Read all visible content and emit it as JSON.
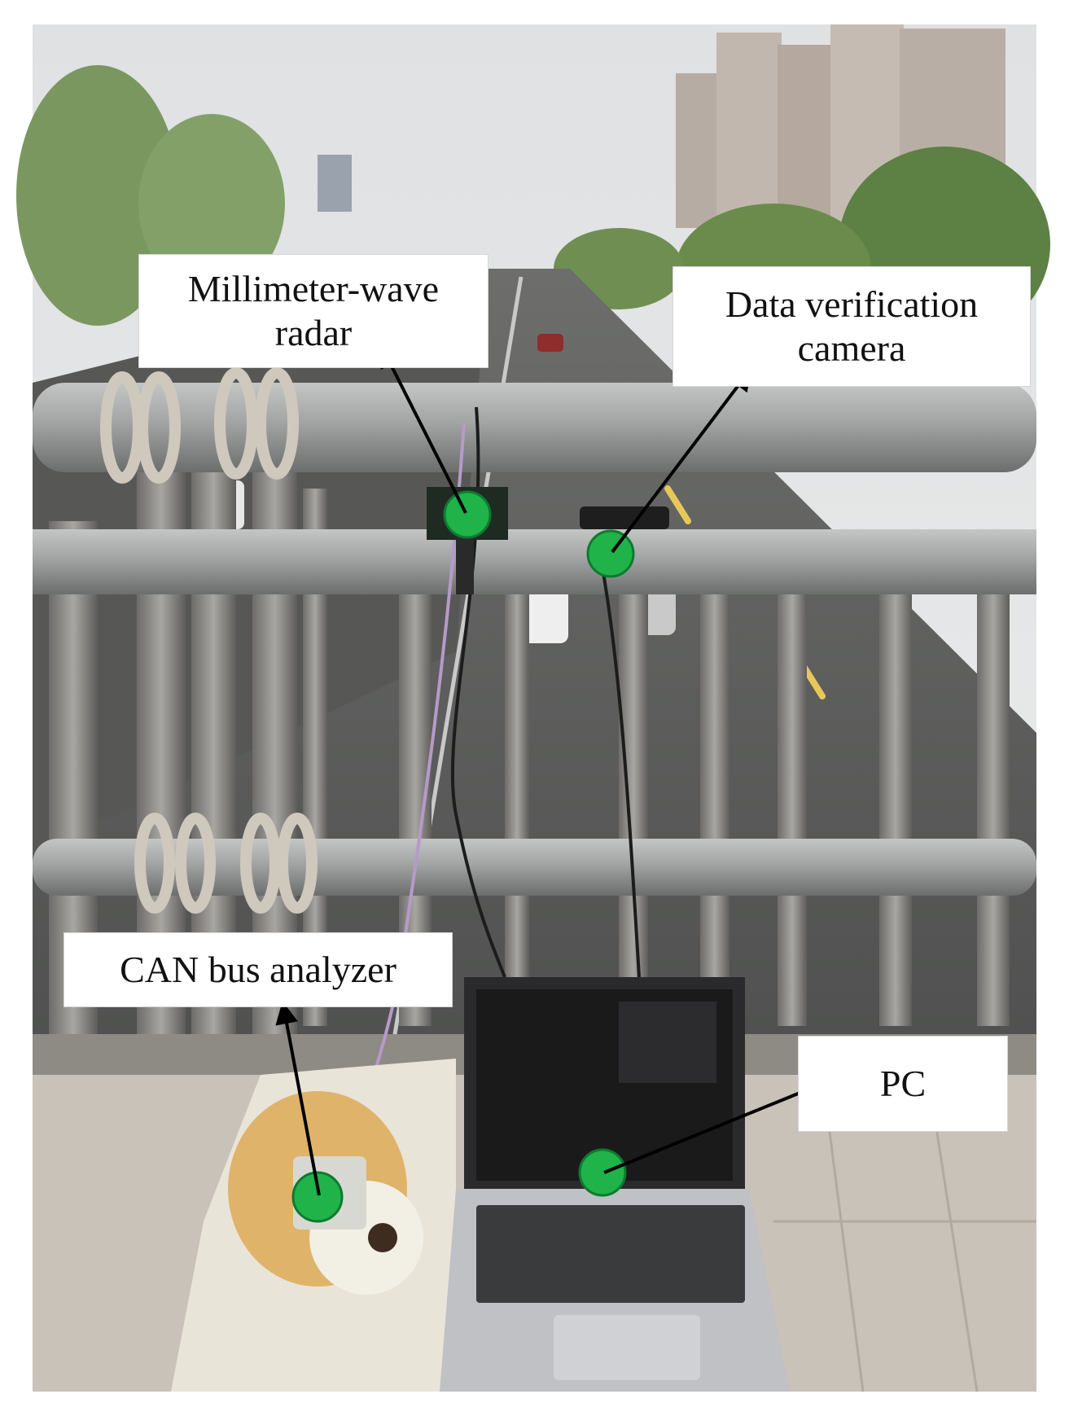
{
  "figure": {
    "labels": {
      "radar": "Millimeter-wave\nradar",
      "camera": "Data verification\ncamera",
      "can_analyzer": "CAN bus analyzer",
      "pc": "PC"
    },
    "colors": {
      "marker": "#1fb34a",
      "arrow": "#000000",
      "sky": "#e6e8ea",
      "railing": "#9a9c9c"
    }
  }
}
